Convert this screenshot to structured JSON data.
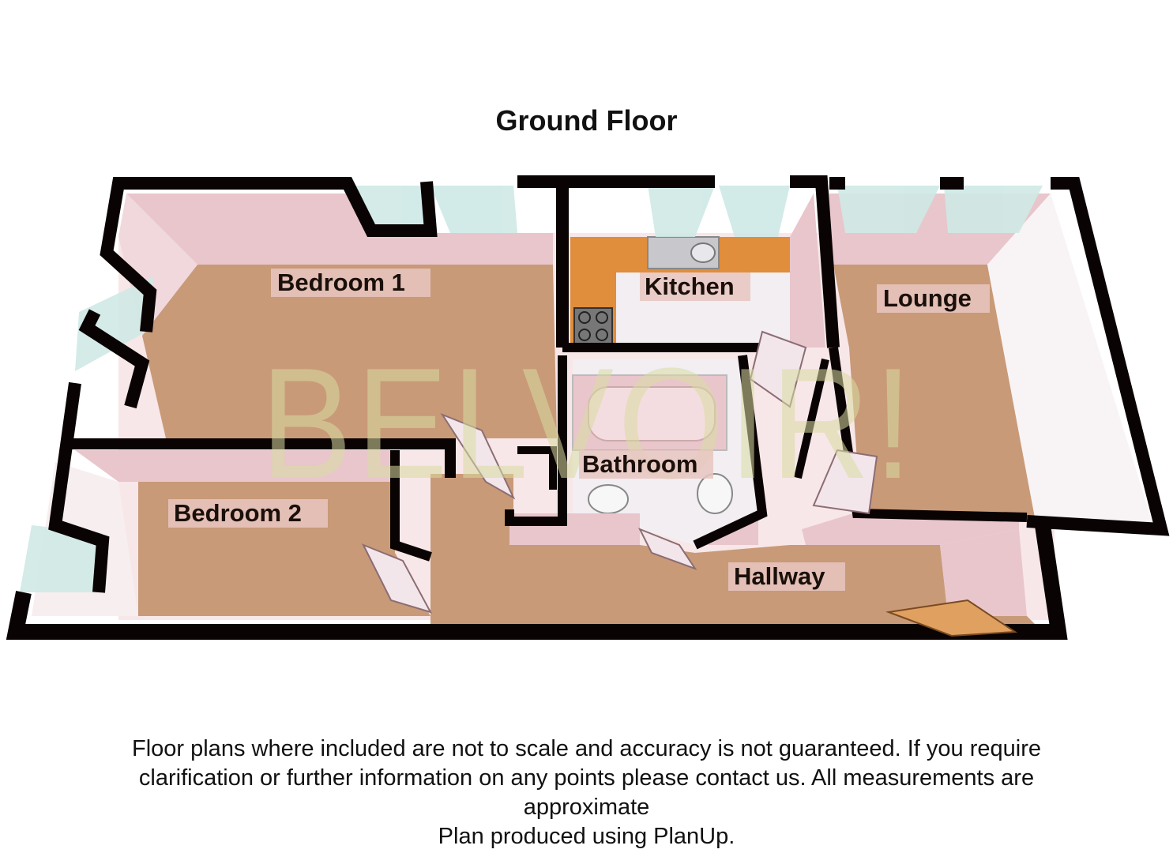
{
  "floor_title": "Ground Floor",
  "rooms": {
    "bedroom1": "Bedroom 1",
    "bedroom2": "Bedroom 2",
    "kitchen": "Kitchen",
    "lounge": "Lounge",
    "bathroom": "Bathroom",
    "hallway": "Hallway"
  },
  "watermark": "BELVOIR!",
  "disclaimer": {
    "line1": "Floor plans where included are not to scale and accuracy is not guaranteed. If you require",
    "line2": "clarification or further information on any points please contact us. All measurements are",
    "line3": "approximate",
    "line4": "Plan produced using PlanUp."
  },
  "colors": {
    "wall": "#0a0303",
    "carpet": "#c99a78",
    "wall_face": "#e8c6cc",
    "kitchen_worktop": "#e08d3c",
    "tile": "#f2eef2",
    "window_glass": "#cfe9e6"
  }
}
